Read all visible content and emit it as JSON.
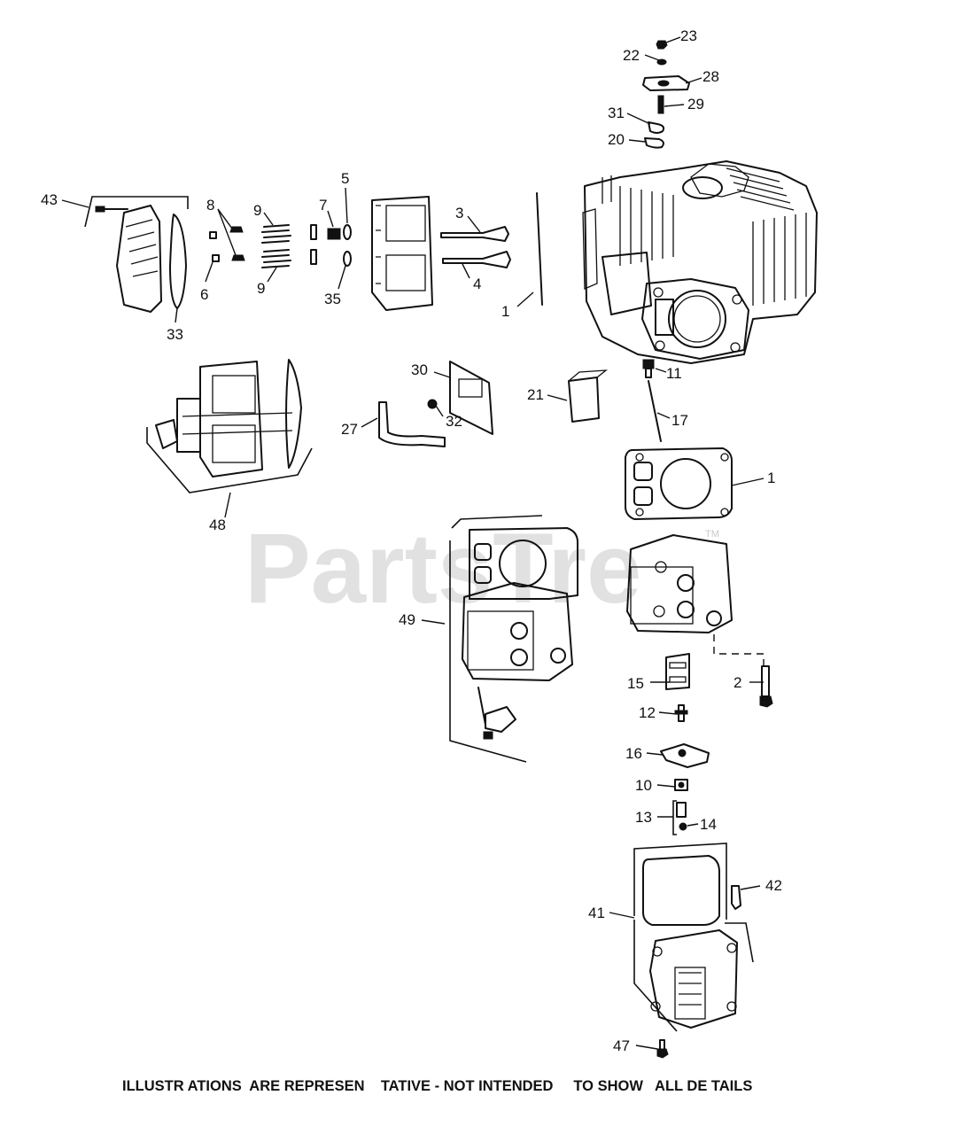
{
  "watermark": "PartsTre",
  "watermark_tm": "TM",
  "disclaimer": "ILLUSTR ATIONS  ARE REPRESEN    TATIVE - NOT INTENDED     TO SHOW   ALL DE TAILS",
  "callouts": {
    "c23": "23",
    "c22": "22",
    "c28": "28",
    "c29": "29",
    "c31": "31",
    "c20": "20",
    "c43": "43",
    "c8": "8",
    "c9a": "9",
    "c7": "7",
    "c5": "5",
    "c3": "3",
    "c6": "6",
    "c9b": "9",
    "c35": "35",
    "c4": "4",
    "c1a": "1",
    "c33": "33",
    "c11": "11",
    "c30": "30",
    "c21": "21",
    "c17": "17",
    "c27": "27",
    "c32": "32",
    "c1b": "1",
    "c48": "48",
    "c49": "49",
    "c2": "2",
    "c15": "15",
    "c12": "12",
    "c16": "16",
    "c10": "10",
    "c13": "13",
    "c14": "14",
    "c42": "42",
    "c41": "41",
    "c47": "47"
  }
}
